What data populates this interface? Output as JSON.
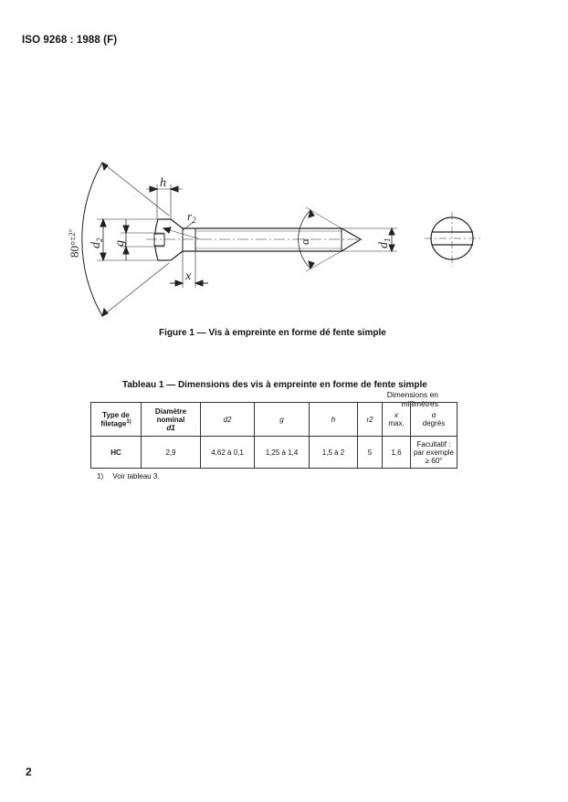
{
  "header": {
    "standard_id": "ISO 9268 : 1988 (F)"
  },
  "figure": {
    "caption": "Figure 1 — Vis à empreinte en forme dé fente simple",
    "labels": {
      "angle_head": "80°±2°",
      "h": "h",
      "r2": "r2",
      "d2": "d2",
      "g": "g",
      "x": "x",
      "alpha": "α",
      "d1": "d1"
    }
  },
  "table": {
    "title": "Tableau 1 — Dimensions des vis à empreinte en forme de fente simple",
    "units": "Dimensions en millimètres",
    "columns": [
      {
        "line1": "Type de",
        "line2": "filetage",
        "sup": "1)"
      },
      {
        "line1": "Diamètre",
        "line2": "nominal",
        "line3": "d1"
      },
      {
        "label": "d2"
      },
      {
        "label": "g"
      },
      {
        "label": "h"
      },
      {
        "label": "r2"
      },
      {
        "line1": "x",
        "line2": "max."
      },
      {
        "line1": "α",
        "line2": "degrés"
      }
    ],
    "rows": [
      {
        "type": "HC",
        "d1": "2,9",
        "d2": "4,62 à 0,1",
        "g": "1,25 à 1,4",
        "h": "1,5 à 2",
        "r2": "5",
        "x_max": "1,6",
        "alpha_line1": "Facultatif :",
        "alpha_line2": "par exemple",
        "alpha_line3": "≥ 60°"
      }
    ]
  },
  "footnote": {
    "mark": "1)",
    "text": "Voir tableau 3."
  },
  "page_number": "2"
}
